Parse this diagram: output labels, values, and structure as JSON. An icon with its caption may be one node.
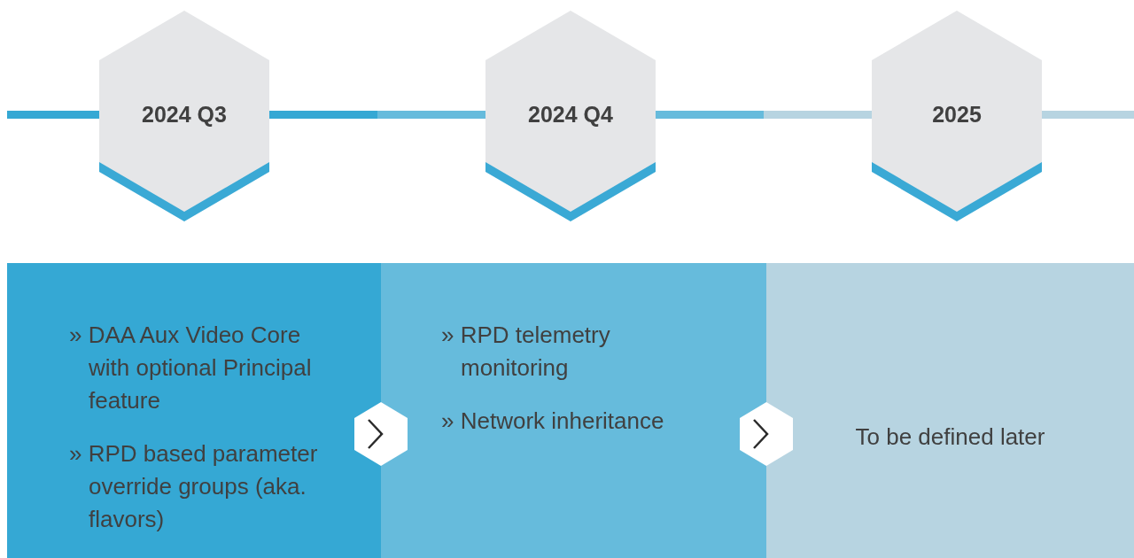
{
  "diagram": {
    "nodes": [
      {
        "text": [
          "2024 Q3"
        ]
      },
      {
        "text": [
          "2024 Q4"
        ]
      },
      {
        "text": [
          "2025"
        ]
      },
      {
        "text": [
          "» DAA Aux Video Core with optional Principal feature",
          "» RPD based parameter override groups (aka. flavors)"
        ]
      },
      {
        "text": [
          "» RPD telemetry monitoring",
          "» Network inheritance"
        ]
      },
      {
        "text": [
          "To be defined later"
        ]
      }
    ],
    "edges": [
      {
        "from": 0,
        "to": 1,
        "arrow": "none"
      },
      {
        "from": 1,
        "to": 2,
        "arrow": "none"
      },
      {
        "from": 3,
        "to": 4,
        "arrow": "to"
      },
      {
        "from": 4,
        "to": 5,
        "arrow": "to"
      }
    ]
  }
}
